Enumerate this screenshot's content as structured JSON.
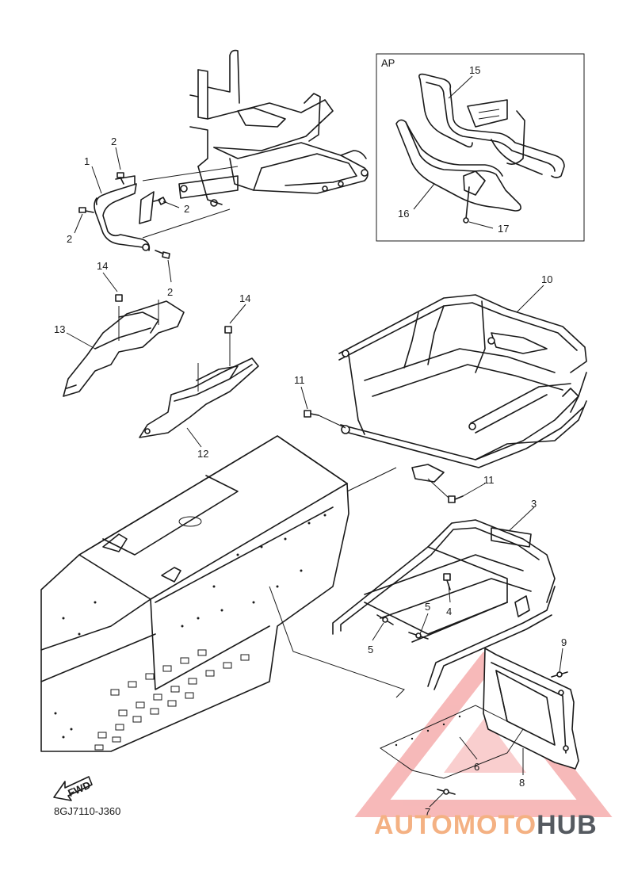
{
  "diagram": {
    "inset_label": "AP",
    "part_code": "8GJ7110-J360",
    "fwd_label": "FWD",
    "callouts": [
      {
        "id": "c1",
        "text": "1"
      },
      {
        "id": "c2a",
        "text": "2"
      },
      {
        "id": "c2b",
        "text": "2"
      },
      {
        "id": "c2c",
        "text": "2"
      },
      {
        "id": "c2d",
        "text": "2"
      },
      {
        "id": "c3",
        "text": "3"
      },
      {
        "id": "c4",
        "text": "4"
      },
      {
        "id": "c5a",
        "text": "5"
      },
      {
        "id": "c5b",
        "text": "5"
      },
      {
        "id": "c6",
        "text": "6"
      },
      {
        "id": "c7",
        "text": "7"
      },
      {
        "id": "c8",
        "text": "8"
      },
      {
        "id": "c9",
        "text": "9"
      },
      {
        "id": "c10",
        "text": "10"
      },
      {
        "id": "c11a",
        "text": "11"
      },
      {
        "id": "c11b",
        "text": "11"
      },
      {
        "id": "c12",
        "text": "12"
      },
      {
        "id": "c13",
        "text": "13"
      },
      {
        "id": "c14a",
        "text": "14"
      },
      {
        "id": "c14b",
        "text": "14"
      },
      {
        "id": "c15",
        "text": "15"
      },
      {
        "id": "c16",
        "text": "16"
      },
      {
        "id": "c17",
        "text": "17"
      }
    ]
  },
  "watermark": {
    "part1": "AUTOMOTO",
    "part2": "HUB",
    "color_primary": "#f08080",
    "color_text": "#f4b183",
    "color_dark": "#555a60"
  }
}
